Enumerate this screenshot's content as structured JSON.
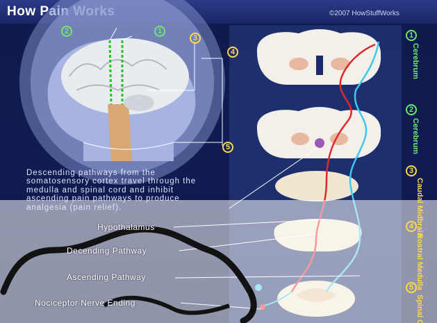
{
  "header": {
    "title": "How Pain Works",
    "copyright": "©2007 HowStuffWorks"
  },
  "description": "Descending pathways from the somatosensory cortex travel through the medulla and spinal cord and inhibit ascending pain pathways to produce analgesia (pain relief).",
  "head_markers": [
    "2",
    "1",
    "3"
  ],
  "side_markers": [
    "4",
    "5"
  ],
  "labels": {
    "hypothalamus": "Hypothalamus",
    "descending": "Decending Pathway",
    "ascending": "Ascending Pathway",
    "nociceptor": "Nociceptor Nerve Ending"
  },
  "sections": [
    {
      "number": "1",
      "name": "Cerebrum",
      "color": "#6ee86e"
    },
    {
      "number": "2",
      "name": "Cerebrum",
      "color": "#6ee86e"
    },
    {
      "number": "3",
      "name": "Caudal Midbrain",
      "color": "#ffd84a"
    },
    {
      "number": "4",
      "name": "Rostral Medulla",
      "color": "#ffd84a"
    },
    {
      "number": "5",
      "name": "Spinal Cord",
      "color": "#ffd84a"
    }
  ],
  "colors": {
    "descending": "#e0262b",
    "ascending": "#3ec7f0",
    "brain": "#f3f0ea"
  }
}
